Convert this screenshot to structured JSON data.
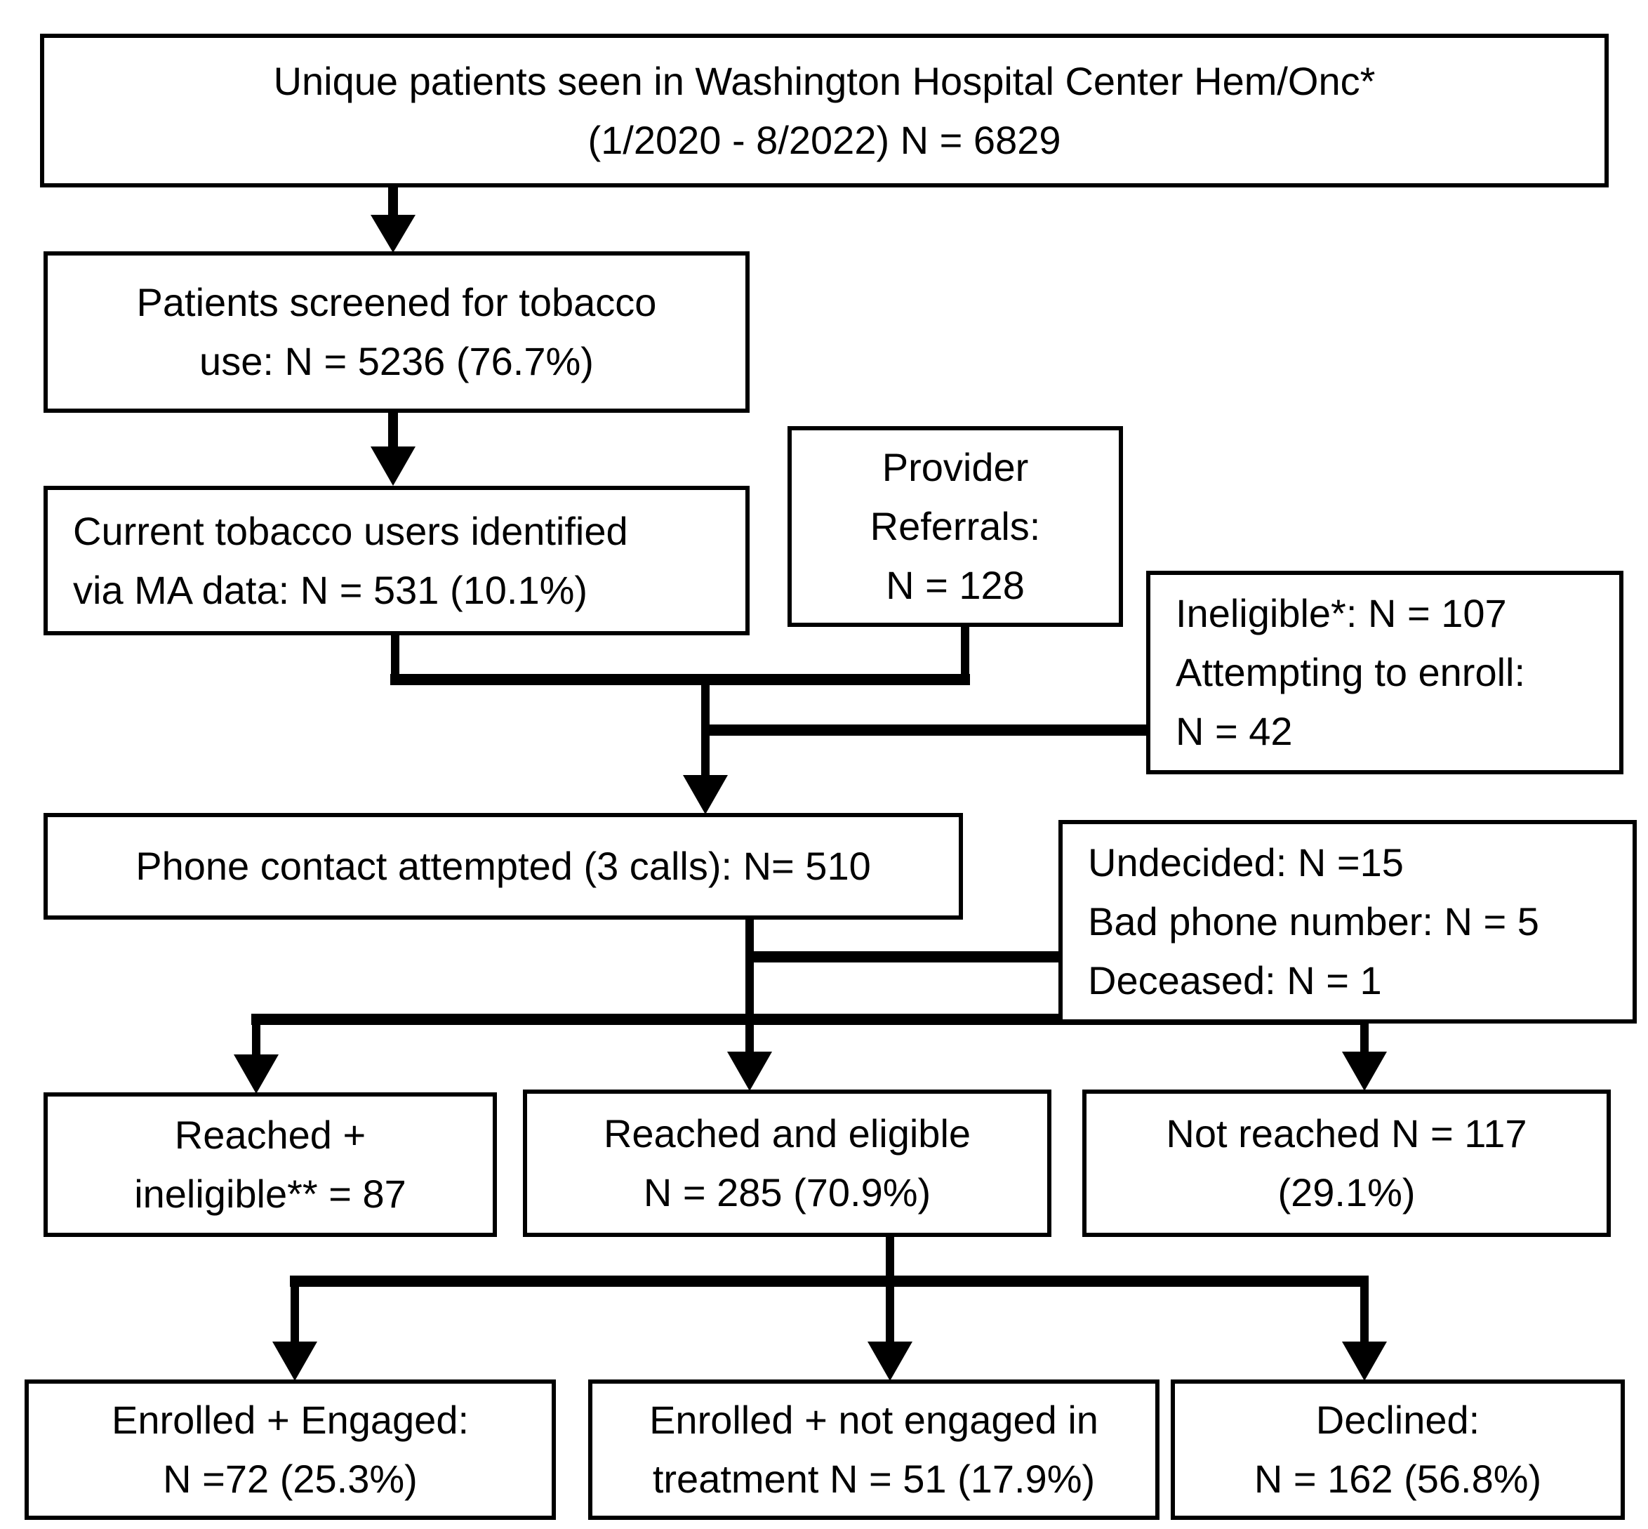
{
  "figure": {
    "title": "Patient screening and enrollment flow diagram",
    "colors": {
      "background": "#ffffff",
      "line": "#000000",
      "text": "#000000",
      "box_fill": "#ffffff"
    },
    "boxes": {
      "unique_patients": {
        "id": "unique_patients",
        "lines": [
          "Unique patients seen in Washington Hospital Center Hem/Onc*",
          "(1/2020 - 8/2022) N = 6829"
        ]
      },
      "screened": {
        "id": "screened",
        "lines": [
          "Patients screened for tobacco",
          "use: N = 5236 (76.7%)"
        ]
      },
      "current_users": {
        "id": "current_users",
        "lines": [
          "Current tobacco users identified",
          "via MA data: N = 531 (10.1%)"
        ]
      },
      "provider_referrals": {
        "id": "provider_referrals",
        "lines": [
          "Provider",
          "Referrals:",
          "N = 128"
        ]
      },
      "ineligible": {
        "id": "ineligible",
        "lines": [
          "Ineligible*: N = 107",
          "Attempting to enroll:",
          "N = 42"
        ]
      },
      "phone_contact": {
        "id": "phone_contact",
        "lines": [
          "Phone contact attempted (3 calls): N= 510"
        ]
      },
      "undecided": {
        "id": "undecided",
        "lines": [
          "Undecided: N =15",
          "Bad phone number: N = 5",
          "Deceased: N = 1"
        ]
      },
      "reached_ineligible": {
        "id": "reached_ineligible",
        "lines": [
          "Reached +",
          "ineligible** = 87"
        ]
      },
      "reached_eligible": {
        "id": "reached_eligible",
        "lines": [
          "Reached and eligible",
          "N = 285 (70.9%)"
        ]
      },
      "not_reached": {
        "id": "not_reached",
        "lines": [
          "Not reached N = 117",
          "(29.1%)"
        ]
      },
      "enrolled_engaged": {
        "id": "enrolled_engaged",
        "lines": [
          "Enrolled + Engaged:",
          "N =72 (25.3%)"
        ]
      },
      "enrolled_not_engaged": {
        "id": "enrolled_not_engaged",
        "lines": [
          "Enrolled + not engaged in",
          "treatment N = 51 (17.9%)"
        ]
      },
      "declined": {
        "id": "declined",
        "lines": [
          "Declined:",
          "N = 162 (56.8%)"
        ]
      }
    },
    "edges": [
      {
        "from": "unique_patients",
        "to": "screened",
        "style": "arrow"
      },
      {
        "from": "screened",
        "to": "current_users",
        "style": "arrow"
      },
      {
        "from": "current_users",
        "to": "phone_contact",
        "style": "arrow-merged"
      },
      {
        "from": "provider_referrals",
        "to": "phone_contact",
        "style": "arrow-merged"
      },
      {
        "from": "current_users+provider_referrals",
        "to": "ineligible",
        "style": "line"
      },
      {
        "from": "phone_contact",
        "to": "undecided",
        "style": "line"
      },
      {
        "from": "phone_contact",
        "to": "reached_ineligible",
        "style": "arrow"
      },
      {
        "from": "phone_contact",
        "to": "reached_eligible",
        "style": "arrow"
      },
      {
        "from": "phone_contact",
        "to": "not_reached",
        "style": "arrow"
      },
      {
        "from": "reached_eligible",
        "to": "enrolled_engaged",
        "style": "arrow"
      },
      {
        "from": "reached_eligible",
        "to": "enrolled_not_engaged",
        "style": "arrow"
      },
      {
        "from": "reached_eligible",
        "to": "declined",
        "style": "arrow"
      }
    ]
  }
}
